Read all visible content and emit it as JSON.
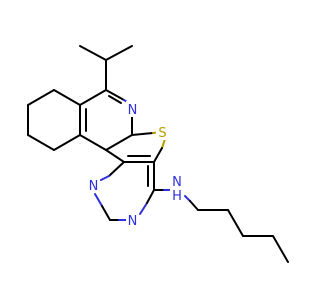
{
  "molecule": {
    "atoms": {
      "n_pyridine": "N",
      "sulfur": "S",
      "n_pyrimidine_top": "N",
      "n_pyrimidine_bottom": "N",
      "amine_n": "N",
      "amine_h": "H"
    },
    "colors": {
      "bond": "#000000",
      "nitrogen": "#2f2fdc",
      "sulfur": "#b8a000",
      "background": "#ffffff"
    }
  }
}
